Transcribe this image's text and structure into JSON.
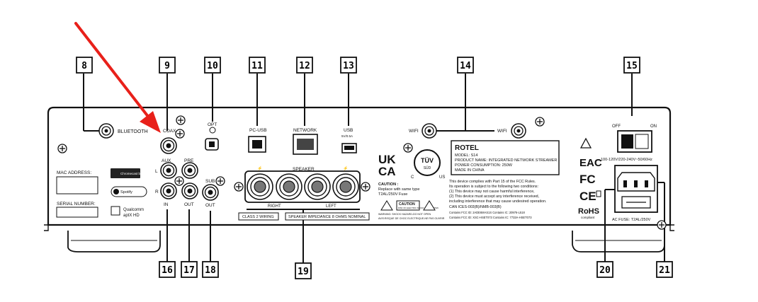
{
  "callouts": [
    "8",
    "9",
    "10",
    "11",
    "12",
    "13",
    "14",
    "15",
    "16",
    "17",
    "18",
    "19",
    "20",
    "21"
  ],
  "ports": {
    "bluetooth": "BLUETOOTH",
    "coax": "COAX",
    "opt": "OPT",
    "pc_usb": "PC-USB",
    "network": "NETWORK",
    "usb": "USB",
    "usb_rating": "5V/0.5A",
    "wifi_left": "WIFI",
    "wifi_right": "WIFI",
    "off": "OFF",
    "on": "ON",
    "aux": "AUX",
    "pre": "PRE",
    "sub": "SUB",
    "l": "L",
    "r": "R",
    "in": "IN",
    "out1": "OUT",
    "out2": "OUT",
    "speaker": "SPEAKER",
    "right": "RIGHT",
    "left": "LEFT",
    "class2": "CLASS 2 WIRING",
    "impedance": "SPEAKER IMPEDANCE 8 OHMS NOMINAL",
    "mac": "MAC ADDRESS:",
    "serial": "SERIAL NUMBER:",
    "chromecast": "Chromecast built-in",
    "spotify": "Spotify",
    "qualcomm": "Qualcomm",
    "aptx": "aptX HD"
  },
  "caution": {
    "ukca1": "UK",
    "ukca2": "CA",
    "heading": "CAUTION :",
    "line1": "Replace with same type",
    "line2": "T2AL/250V Fuse",
    "tuv": "TÜV",
    "sud": "SÜD",
    "c": "C",
    "us": "US",
    "box_title": "CAUTION",
    "box_sub": "RISK OF ELECTRIC SHOCK DO NOT OPEN",
    "warning": "WARNING: SHOCK HAZARD-DO NOT OPEN",
    "avis": "AVIS:RISQUE DE CHOC ELECTRIQUE-NE PAS OUVRIR"
  },
  "ratings": {
    "brand": "ROTEL",
    "model": "MODEL: S14",
    "product": "PRODUCT NAME: INTEGRATED NETWORK STREAMER",
    "power": "POWER CONSUMPTION: 250W",
    "origin": "MADE IN CHINA"
  },
  "fcc": {
    "l1": "This device complies with Part 15 of the FCC Rules.",
    "l2": "Its operation is subject to the following two conditions:",
    "l3": "(1) This device may not cause harmful interference,",
    "l4": "(2) This device must accept any interference received,",
    "l5": "including interference that may cause undesired operation.",
    "l6": "CAN ICES-003(B)/NMB-003(B)",
    "l7": "Contains FCC ID: 2ADE6MAS1S    Contains IC: 20976-L518",
    "l8": "Contains FCC ID: XSC-HSET073    Contains IC: 7733A-HSET073"
  },
  "power": {
    "voltage": "100-120V/220-240V~50/60Hz",
    "fuse": "AC FUSE: T2AL/250V",
    "fc": "FC",
    "ce": "CE",
    "eac": "EAC",
    "rohs": "RoHS",
    "rohs_sub": "compliant"
  }
}
